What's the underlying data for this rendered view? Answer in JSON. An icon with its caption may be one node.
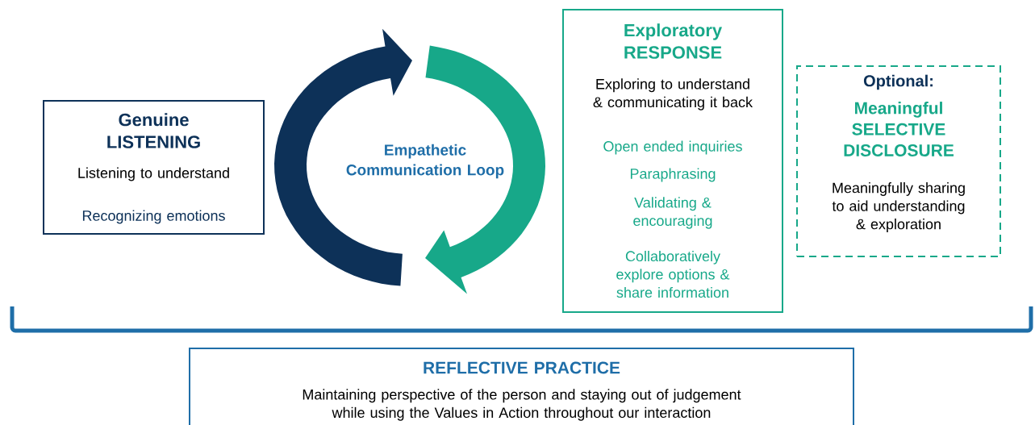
{
  "diagram": {
    "nodes": [
      {
        "text": [
          "Genuine LISTENING",
          "Listening to understand",
          "Recognizing emotions"
        ]
      },
      {
        "text": [
          "Exploratory RESPONSE",
          "Exploring to understand & communicating it back",
          "Open ended inquiries",
          "Paraphrasing",
          "Validating & encouraging",
          "Collaboratively explore options & share information"
        ]
      },
      {
        "text": [
          "Optional:",
          "Meaningful SELECTIVE DISCLOSURE",
          "Meaningfully sharing to aid understanding & exploration"
        ]
      },
      {
        "text": [
          "REFLECTIVE PRACTICE",
          "Maintaining perspective of the person and staying out of judgement while using the Values in Action throughout our interaction"
        ]
      }
    ],
    "labels": [
      "Empathetic Communication Loop"
    ]
  }
}
